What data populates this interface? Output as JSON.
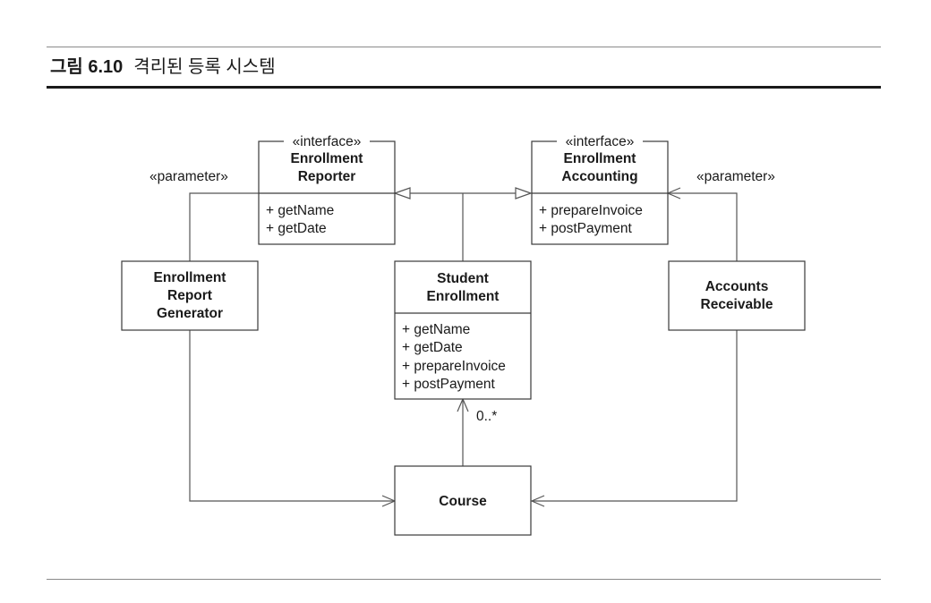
{
  "figure": {
    "number": "그림 6.10",
    "title": "격리된 등록 시스템"
  },
  "diagram": {
    "stereotype": "«interface»",
    "parameter_label": "«parameter»",
    "multiplicity": "0..*",
    "enrollment_reporter": {
      "name_lines": [
        "Enrollment",
        "Reporter"
      ],
      "methods": [
        "+ getName",
        "+ getDate"
      ]
    },
    "enrollment_accounting": {
      "name_lines": [
        "Enrollment",
        "Accounting"
      ],
      "methods": [
        "+ prepareInvoice",
        "+ postPayment"
      ]
    },
    "report_generator": {
      "name_lines": [
        "Enrollment",
        "Report",
        "Generator"
      ]
    },
    "student_enrollment": {
      "name_lines": [
        "Student",
        "Enrollment"
      ],
      "methods": [
        "+ getName",
        "+ getDate",
        "+ prepareInvoice",
        "+ postPayment"
      ]
    },
    "accounts_receivable": {
      "name_lines": [
        "Accounts",
        "Receivable"
      ]
    },
    "course": {
      "name": "Course"
    }
  }
}
